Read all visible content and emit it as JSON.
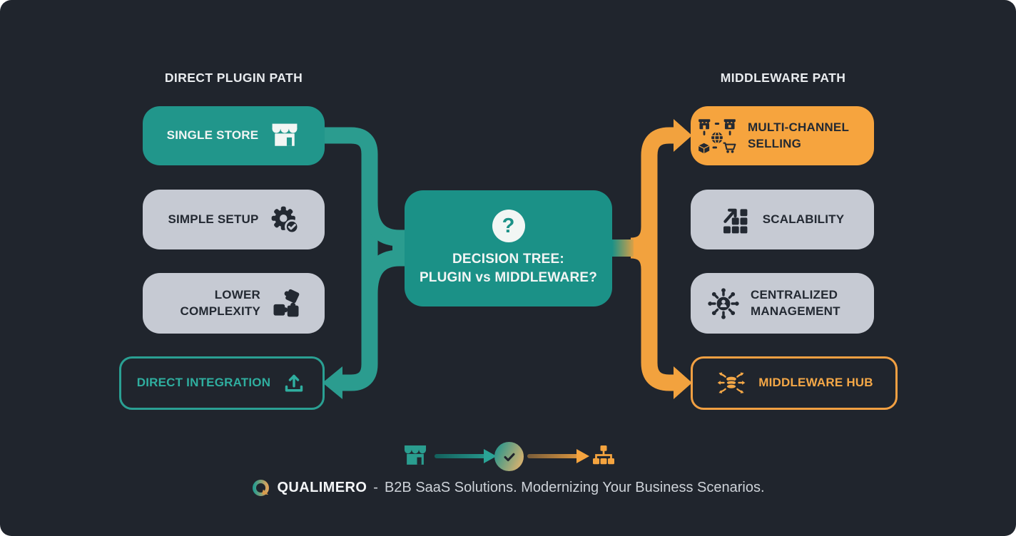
{
  "colors": {
    "background": "#20252d",
    "teal": "#2a9d8f",
    "teal_box": "#21968b",
    "teal_center": "#1b9187",
    "orange": "#f5a43f",
    "gray_box": "#c6cad3",
    "dark_text": "#232932",
    "white_text": "#f2f5f4"
  },
  "headers": {
    "left": "DIRECT PLUGIN PATH",
    "right": "MIDDLEWARE PATH"
  },
  "left_path": {
    "nodes": [
      {
        "label": "SINGLE STORE",
        "icon": "storefront-icon",
        "variant": "teal"
      },
      {
        "label": "SIMPLE SETUP",
        "icon": "gear-check-icon",
        "variant": "gray"
      },
      {
        "label": "LOWER COMPLEXITY",
        "icon": "puzzle-icon",
        "variant": "gray"
      },
      {
        "label": "DIRECT INTEGRATION",
        "icon": "upload-icon",
        "variant": "teal-outline"
      }
    ]
  },
  "center": {
    "icon": "question-icon",
    "icon_char": "?",
    "line1": "DECISION TREE:",
    "line2": "PLUGIN vs MIDDLEWARE?"
  },
  "right_path": {
    "nodes": [
      {
        "label": "MULTI-CHANNEL SELLING",
        "icon": "multi-channel-icon",
        "variant": "orange"
      },
      {
        "label": "SCALABILITY",
        "icon": "scalability-icon",
        "variant": "gray"
      },
      {
        "label": "CENTRALIZED MANAGEMENT",
        "icon": "hub-network-icon",
        "variant": "gray"
      },
      {
        "label": "MIDDLEWARE HUB",
        "icon": "middleware-hub-icon",
        "variant": "orange-outline"
      }
    ]
  },
  "legend": {
    "items": [
      "storefront-icon",
      "arrow-right-teal",
      "check-circle-icon",
      "arrow-right-orange",
      "sitemap-icon"
    ]
  },
  "footer": {
    "brand": "QUALIMERO",
    "separator": "-",
    "tagline": "B2B SaaS Solutions. Modernizing Your Business Scenarios."
  }
}
